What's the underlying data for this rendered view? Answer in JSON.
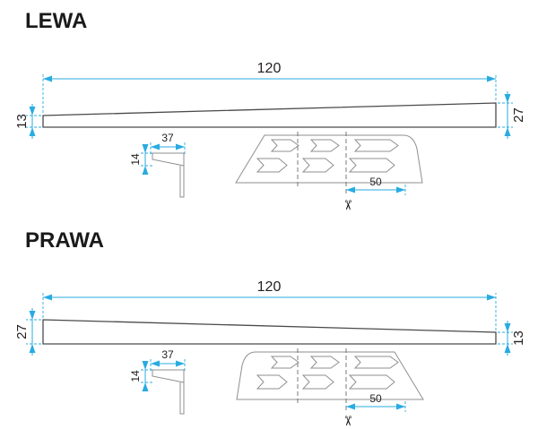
{
  "colors": {
    "dimension_blue": "#29ABE2",
    "profile_outline": "#4a4a4a",
    "detail_gray": "#8f8f8f",
    "text": "#231F20",
    "background": "#ffffff"
  },
  "sections": [
    {
      "title": "LEWA",
      "dims": {
        "length": "120",
        "left_height": "13",
        "right_height": "27",
        "detail_width": "37",
        "detail_height": "14",
        "cut_spacing": "50"
      },
      "scissors_icon": "✂"
    },
    {
      "title": "PRAWA",
      "dims": {
        "length": "120",
        "left_height": "27",
        "right_height": "13",
        "detail_width": "37",
        "detail_height": "14",
        "cut_spacing": "50"
      },
      "scissors_icon": "✂"
    }
  ]
}
